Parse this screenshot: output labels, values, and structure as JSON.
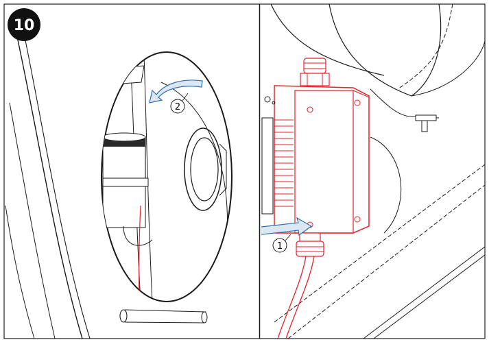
{
  "step": {
    "number": "10"
  },
  "callouts": [
    {
      "label": "1"
    },
    {
      "label": "2"
    }
  ],
  "colors": {
    "line": "#1a1a1a",
    "highlight": "#e8202a",
    "arrow_fill": "#dbe7f3",
    "arrow_stroke": "#2f6fb0",
    "badge": "#111111"
  }
}
